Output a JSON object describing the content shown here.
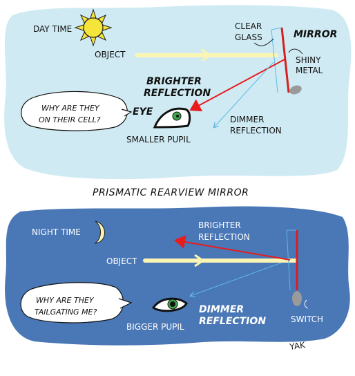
{
  "colors": {
    "day_bg": "#cfeaf3",
    "night_bg": "#4a77b6",
    "object_arrow": "#fbf5b4",
    "bright_ray": "#e81c1c",
    "dim_ray": "#5fb8e0",
    "mirror_red": "#d71e1e",
    "sun": "#f5e43a",
    "moon": "#fbf3b4",
    "switch": "#9a9a9a",
    "pupil": "#3fa74a"
  },
  "title": "PRISMATIC REARVIEW MIRROR",
  "day": {
    "time_label": "DAY TIME",
    "object_label": "OBJECT",
    "mirror_label": "MIRROR",
    "clear_glass_1": "CLEAR",
    "clear_glass_2": "GLASS",
    "shiny_metal_1": "SHINY",
    "shiny_metal_2": "METAL",
    "brighter_1": "BRIGHTER",
    "brighter_2": "REFLECTION",
    "eye_label": "EYE",
    "dimmer_1": "DIMMER",
    "dimmer_2": "REFLECTION",
    "pupil_label": "SMALLER PUPIL",
    "bubble_1": "WHY ARE THEY",
    "bubble_2": "ON THEIR CELL?",
    "icons": [
      "sun-icon",
      "eye-icon"
    ]
  },
  "night": {
    "time_label": "NIGHT TIME",
    "object_label": "OBJECT",
    "brighter_1": "BRIGHTER",
    "brighter_2": "REFLECTION",
    "dimmer_1": "DIMMER",
    "dimmer_2": "REFLECTION",
    "pupil_label": "BIGGER PUPIL",
    "switch_label": "SWITCH",
    "bubble_1": "WHY ARE THEY",
    "bubble_2": "TAILGATING ME?",
    "icons": [
      "moon-icon",
      "eye-icon"
    ]
  },
  "signature": "YAK"
}
